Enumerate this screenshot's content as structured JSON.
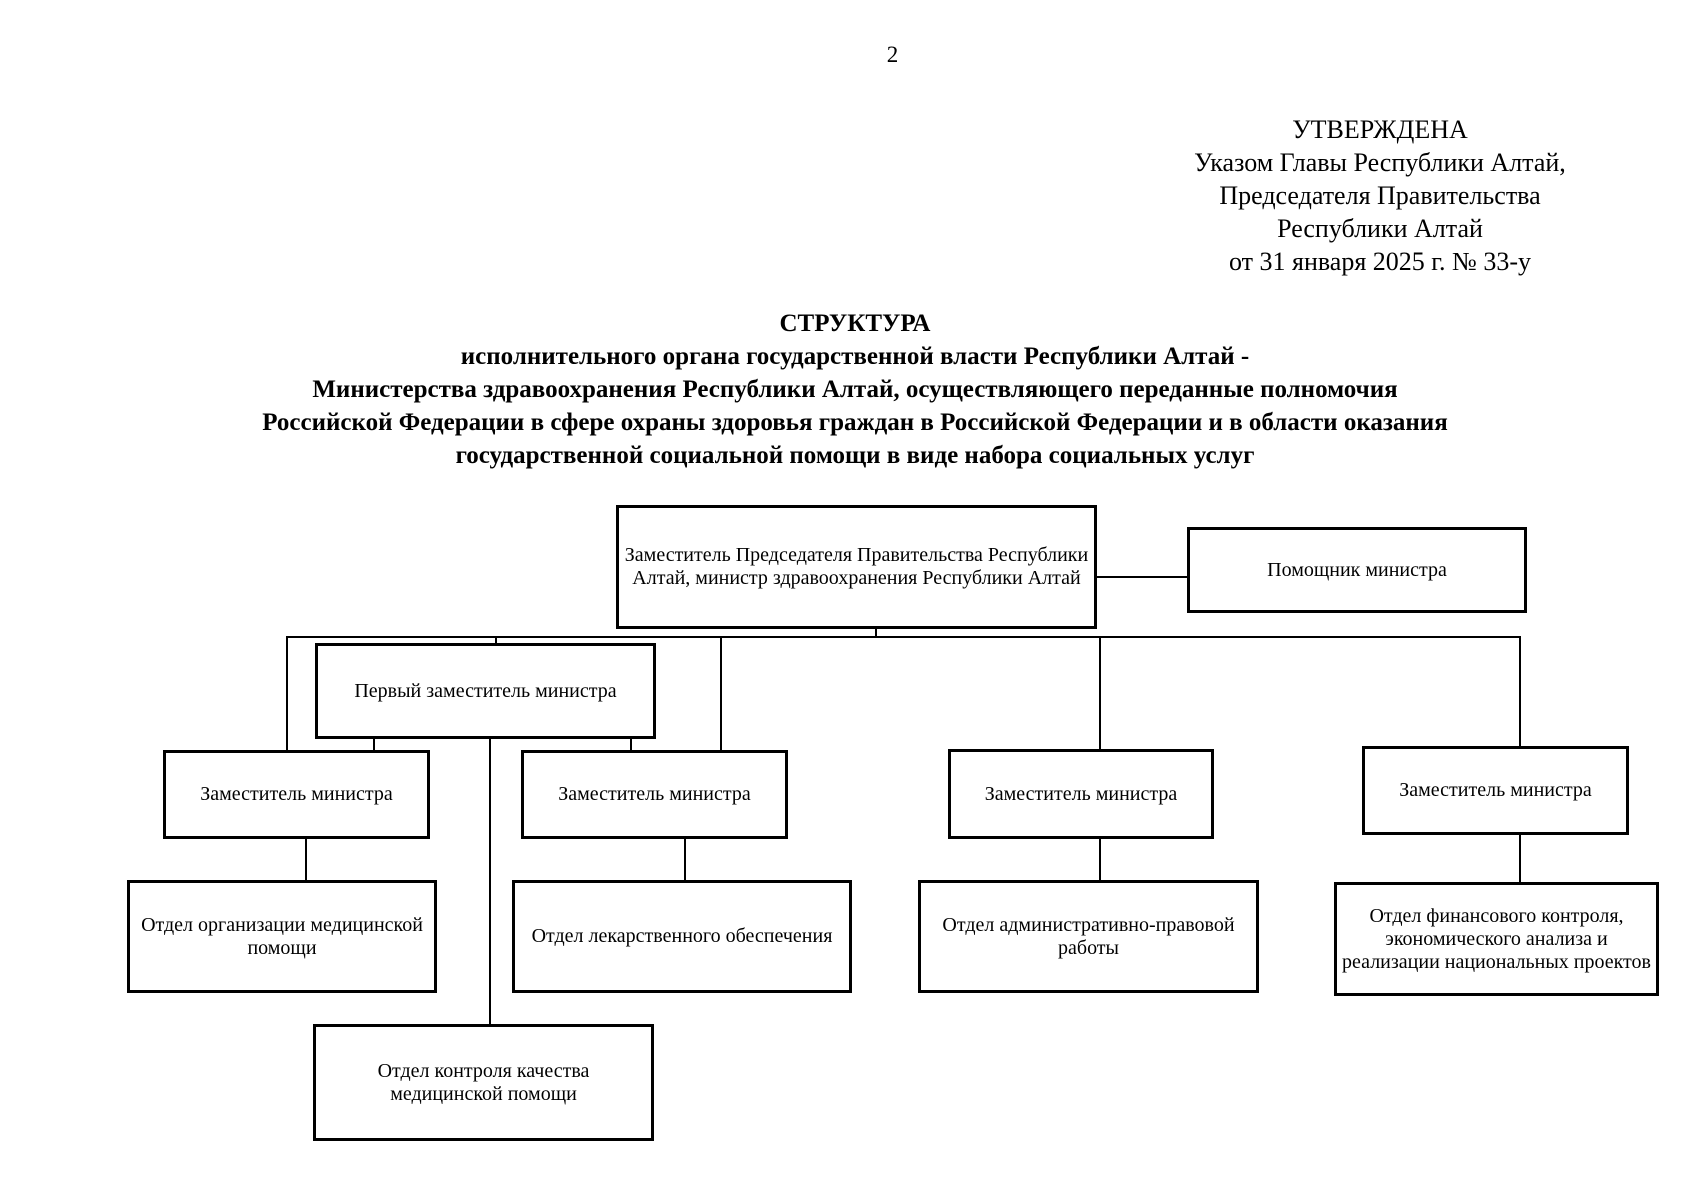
{
  "header": {
    "page_number": "2",
    "approval_lines": [
      "УТВЕРЖДЕНА",
      "Указом Главы Республики Алтай,",
      "Председателя Правительства",
      "Республики Алтай",
      "от 31 января 2025 г. № 33-у"
    ]
  },
  "title": {
    "lines": [
      "СТРУКТУРА",
      "исполнительного органа государственной власти Республики Алтай -",
      "Министерства здравоохранения Республики Алтай, осуществляющего переданные полномочия",
      "Российской Федерации в сфере охраны здоровья граждан в Российской Федерации и в области оказания",
      "государственной социальной помощи в виде набора социальных услуг"
    ]
  },
  "diagram": {
    "minister": "Заместитель Председателя Правительства Республики Алтай, министр здравоохранения Республики Алтай",
    "assistant": "Помощник министра",
    "first_deputy": "Первый заместитель министра",
    "deputy_1": "Заместитель министра",
    "deputy_2": "Заместитель министра",
    "deputy_3": "Заместитель министра",
    "deputy_4": "Заместитель министра",
    "dept_med_org": "Отдел организации медицинской помощи",
    "dept_drug": "Отдел лекарственного обеспечения",
    "dept_admin_legal": "Отдел административно-правовой работы",
    "dept_finance": "Отдел финансового контроля, экономического анализа и реализации национальных проектов",
    "dept_quality": "Отдел контроля качества медицинской помощи"
  }
}
